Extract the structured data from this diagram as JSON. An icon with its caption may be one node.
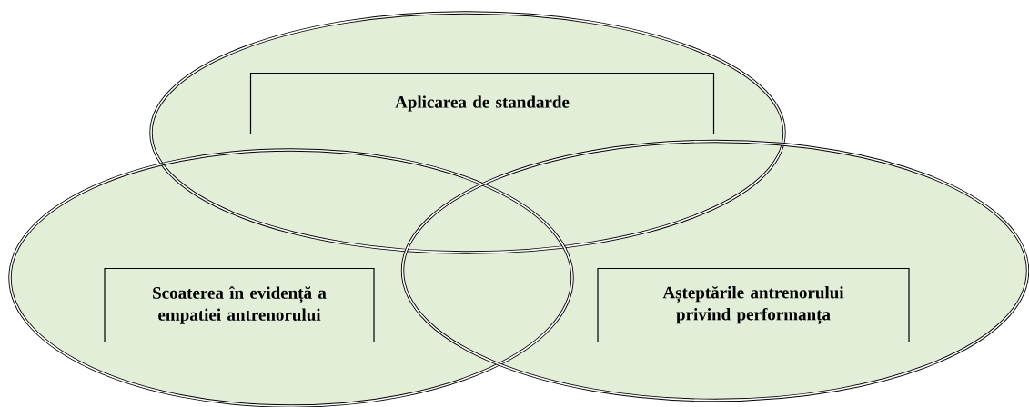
{
  "diagram": {
    "nodes": [
      {
        "text": [],
        "shape": "ellipse"
      },
      {
        "text": [
          "Aplicarea de standarde"
        ],
        "in": 0
      },
      {
        "text": [],
        "shape": "ellipse"
      },
      {
        "text": [
          "Scoaterea în evidență a empatiei antrenorului"
        ],
        "in": 2
      },
      {
        "text": [],
        "shape": "ellipse"
      },
      {
        "text": [
          "Așteptările antrenorului privind performanța"
        ],
        "in": 4
      }
    ]
  }
}
